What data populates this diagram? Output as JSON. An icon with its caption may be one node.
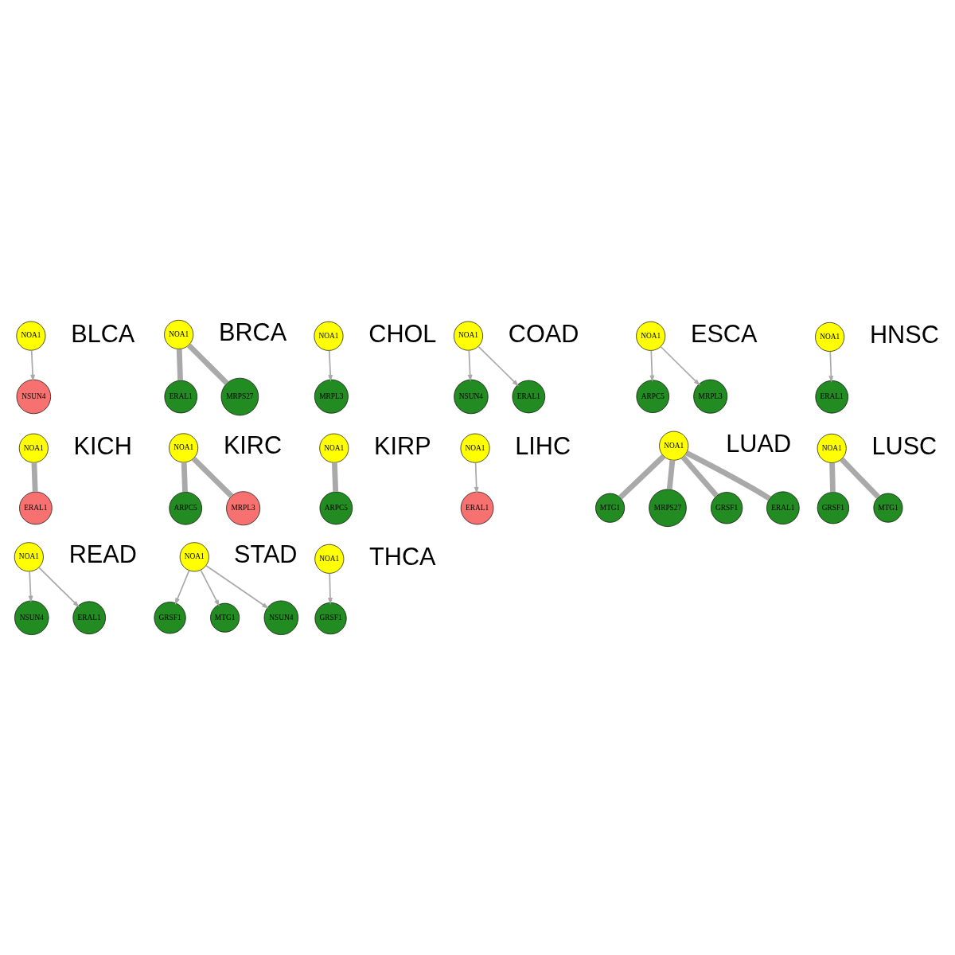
{
  "diagram": {
    "nodes": [
      {
        "text": [
          "NSUN4"
        ]
      },
      {
        "text": [
          "NOA1"
        ]
      },
      {
        "text": [
          "ERAL1"
        ]
      },
      {
        "text": [
          "NOA1"
        ]
      },
      {
        "text": [
          "MRPS27"
        ]
      },
      {
        "text": [
          "NOA1"
        ]
      },
      {
        "text": [
          "MRPL3"
        ]
      },
      {
        "text": [
          "NSUN4"
        ]
      },
      {
        "text": [
          "NOA1"
        ]
      },
      {
        "text": [
          "ERAL1"
        ]
      },
      {
        "text": [
          "ARPC5"
        ]
      },
      {
        "text": [
          "NOA1"
        ]
      },
      {
        "text": [
          "MRPL3"
        ]
      },
      {
        "text": [
          "ERAL1"
        ]
      },
      {
        "text": [
          "NOA1"
        ]
      },
      {
        "text": [
          "ERAL1"
        ]
      },
      {
        "text": [
          "NOA1"
        ]
      },
      {
        "text": [
          "ARPC5"
        ]
      },
      {
        "text": [
          "NOA1"
        ]
      },
      {
        "text": [
          "MRPL3"
        ]
      },
      {
        "text": [
          "NOA1"
        ]
      },
      {
        "text": [
          "ARPC5"
        ]
      },
      {
        "text": [
          "NOA1"
        ]
      },
      {
        "text": [
          "ERAL1"
        ]
      },
      {
        "text": [
          "MTG1"
        ]
      },
      {
        "text": [
          "MRPS27"
        ]
      },
      {
        "text": [
          "NOA1"
        ]
      },
      {
        "text": [
          "GRSF1"
        ]
      },
      {
        "text": [
          "ERAL1"
        ]
      },
      {
        "text": [
          "GRSF1"
        ]
      },
      {
        "text": [
          "NOA1"
        ]
      },
      {
        "text": [
          "MTG1"
        ]
      },
      {
        "text": [
          "NSUN4"
        ]
      },
      {
        "text": [
          "NOA1"
        ]
      },
      {
        "text": [
          "ERAL1"
        ]
      },
      {
        "text": [
          "GRSF1"
        ]
      },
      {
        "text": [
          "MTG1"
        ]
      },
      {
        "text": [
          "NOA1"
        ]
      },
      {
        "text": [
          "NSUN4"
        ]
      },
      {
        "text": [
          "NOA1"
        ]
      },
      {
        "text": [
          "GRSF1"
        ]
      }
    ],
    "edges": [
      {
        "from": 1,
        "to": 0,
        "arrow": "to"
      },
      {
        "from": 3,
        "to": 2,
        "arrow": "none",
        "style": "thick"
      },
      {
        "from": 3,
        "to": 4,
        "arrow": "none",
        "style": "thick"
      },
      {
        "from": 5,
        "to": 6,
        "arrow": "to"
      },
      {
        "from": 8,
        "to": 7,
        "arrow": "to"
      },
      {
        "from": 8,
        "to": 9,
        "arrow": "to"
      },
      {
        "from": 11,
        "to": 10,
        "arrow": "to"
      },
      {
        "from": 11,
        "to": 12,
        "arrow": "to"
      },
      {
        "from": 14,
        "to": 13,
        "arrow": "to"
      },
      {
        "from": 16,
        "to": 15,
        "arrow": "none",
        "style": "thick"
      },
      {
        "from": 18,
        "to": 17,
        "arrow": "none",
        "style": "thick"
      },
      {
        "from": 18,
        "to": 19,
        "arrow": "none",
        "style": "thick"
      },
      {
        "from": 20,
        "to": 21,
        "arrow": "none",
        "style": "thick"
      },
      {
        "from": 22,
        "to": 23,
        "arrow": "to"
      },
      {
        "from": 26,
        "to": 24,
        "arrow": "none",
        "style": "thick"
      },
      {
        "from": 26,
        "to": 25,
        "arrow": "none",
        "style": "thick"
      },
      {
        "from": 26,
        "to": 27,
        "arrow": "none",
        "style": "thick"
      },
      {
        "from": 26,
        "to": 28,
        "arrow": "none",
        "style": "thick"
      },
      {
        "from": 30,
        "to": 29,
        "arrow": "none",
        "style": "thick"
      },
      {
        "from": 30,
        "to": 31,
        "arrow": "none",
        "style": "thick"
      },
      {
        "from": 33,
        "to": 32,
        "arrow": "to"
      },
      {
        "from": 33,
        "to": 34,
        "arrow": "to"
      },
      {
        "from": 37,
        "to": 35,
        "arrow": "to"
      },
      {
        "from": 37,
        "to": 36,
        "arrow": "to"
      },
      {
        "from": 37,
        "to": 38,
        "arrow": "to"
      },
      {
        "from": 39,
        "to": 40,
        "arrow": "to"
      }
    ],
    "labels": [
      "BLCA",
      "BRCA",
      "CHOL",
      "COAD",
      "ESCA",
      "HNSC",
      "KICH",
      "KIRC",
      "KIRP",
      "LIHC",
      "LUAD",
      "LUSC",
      "READ",
      "STAD",
      "THCA"
    ]
  }
}
